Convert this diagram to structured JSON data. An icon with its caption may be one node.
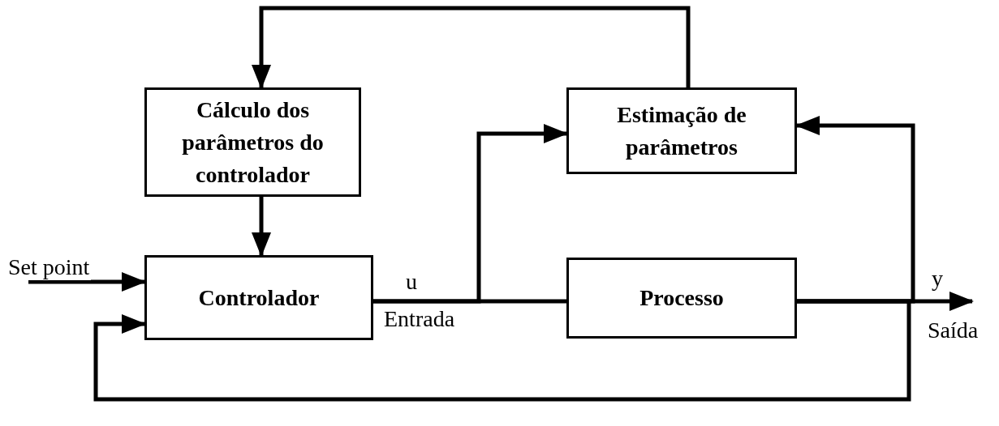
{
  "diagram": {
    "nodes": [
      {
        "text": [
          "Cálculo dos parâmetros do controlador"
        ]
      },
      {
        "text": [
          "Estimação de parâmetros"
        ]
      },
      {
        "text": [
          "Controlador"
        ]
      },
      {
        "text": [
          "Processo"
        ]
      }
    ],
    "edges": [
      {
        "from": 1,
        "to": 0,
        "arrow": "to"
      },
      {
        "from": 0,
        "to": 2,
        "arrow": "to"
      },
      {
        "from": 2,
        "to": 3,
        "arrow": "none",
        "label": "u"
      },
      {
        "from": 2,
        "to": 1,
        "arrow": "to"
      },
      {
        "from": 3,
        "to": null,
        "arrow": "to",
        "label": "y"
      },
      {
        "from": 3,
        "to": 1,
        "arrow": "to"
      },
      {
        "from": 3,
        "to": 2,
        "arrow": "to"
      },
      {
        "from": null,
        "to": 2,
        "arrow": "to",
        "label": "Set point"
      }
    ],
    "labels": [
      "Entrada",
      "Saída"
    ]
  }
}
